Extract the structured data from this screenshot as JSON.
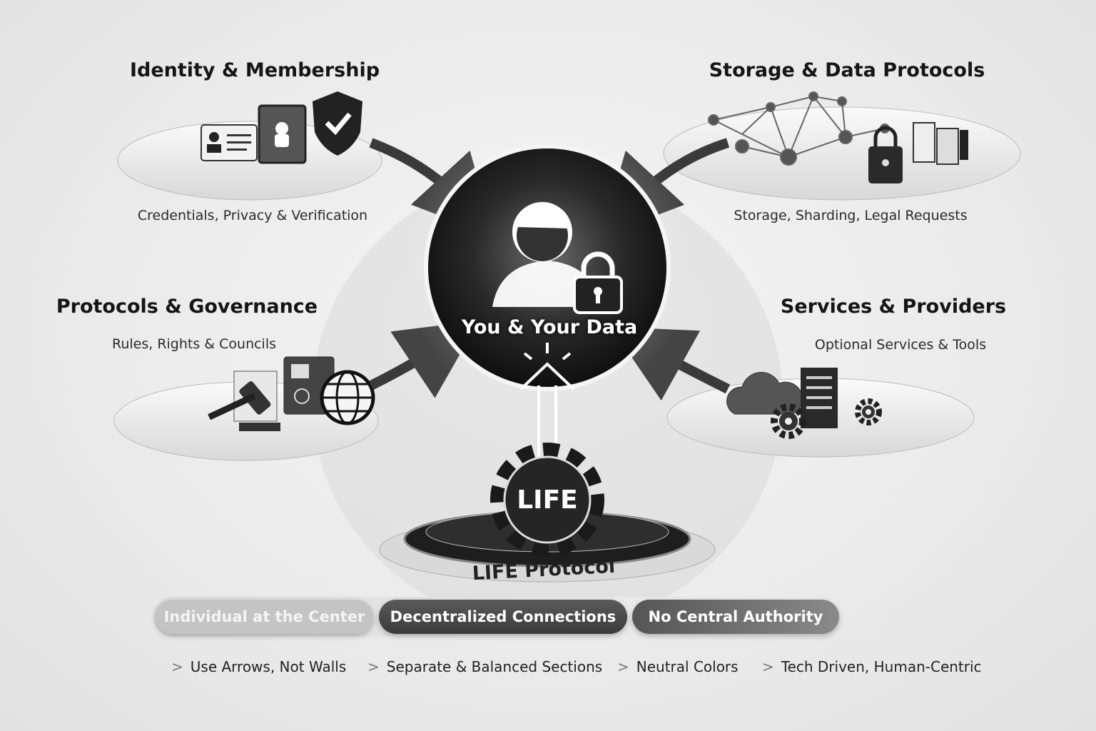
{
  "center": {
    "title": "You & Your Data"
  },
  "core": {
    "logo": "LIFE",
    "label": "LIFE Protocol"
  },
  "sections": [
    {
      "title": "Identity & Membership",
      "subtitle": "Credentials, Privacy & Verification"
    },
    {
      "title": "Storage & Data Protocols",
      "subtitle": "Storage, Sharding, Legal Requests"
    },
    {
      "title": "Protocols & Governance",
      "subtitle": "Rules, Rights & Councils"
    },
    {
      "title": "Services & Providers",
      "subtitle": "Optional Services & Tools"
    }
  ],
  "pills": [
    "Individual at the Center",
    "Decentralized Connections",
    "No Central Authority"
  ],
  "principles": [
    "Use Arrows, Not Walls",
    "Separate & Balanced Sections",
    "Neutral Colors",
    "Tech Driven, Human-Centric"
  ],
  "principle_marker": ">"
}
